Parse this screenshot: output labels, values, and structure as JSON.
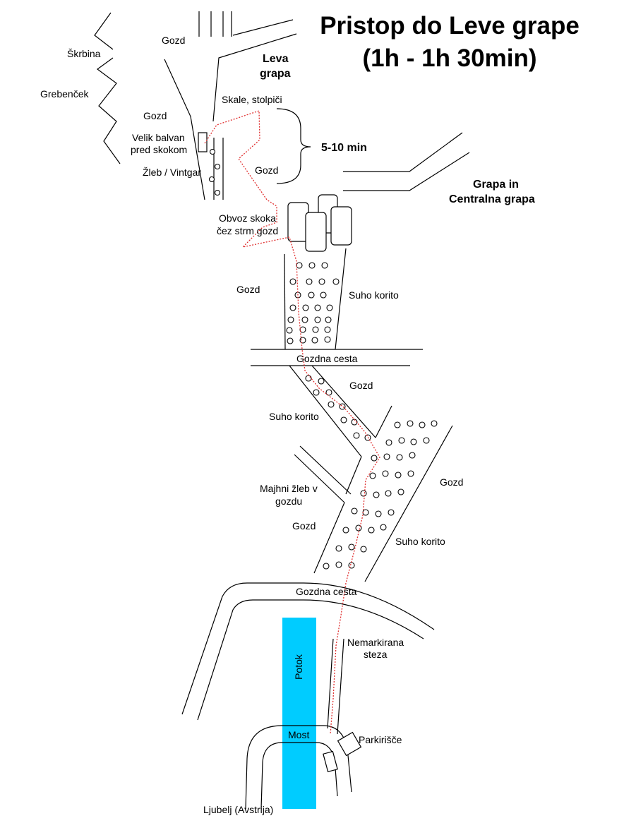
{
  "title": {
    "line1": "Pristop do Leve grape",
    "line2": "(1h - 1h 30min)"
  },
  "labels": {
    "skrbina": "Škrbina",
    "grebencek": "Grebenček",
    "gozd_top": "Gozd",
    "gozd_left": "Gozd",
    "leva_grapa_1": "Leva",
    "leva_grapa_2": "grapa",
    "skale": "Skale, stolpiči",
    "balvan_1": "Velik balvan",
    "balvan_2": "pred skokom",
    "zleb": "Žleb / Vintgar",
    "time_bracket": "5-10 min",
    "gozd_mid": "Gozd",
    "grapa_central_1": "Grapa in",
    "grapa_central_2": "Centralna grapa",
    "obvoz_1": "Obvoz skoka",
    "obvoz_2": "čez strm gozd",
    "gozd_riverbed": "Gozd",
    "suho_korito_1": "Suho korito",
    "gozdna_cesta_1": "Gozdna cesta",
    "gozd_after_road": "Gozd",
    "suho_korito_2": "Suho korito",
    "gozd_right": "Gozd",
    "majhni_zleb_1": "Majhni žleb v",
    "majhni_zleb_2": "gozdu",
    "gozd_lower": "Gozd",
    "suho_korito_3": "Suho korito",
    "gozdna_cesta_2": "Gozdna cesta",
    "nemarkirana_1": "Nemarkirana",
    "nemarkirana_2": "steza",
    "potok": "Potok",
    "most": "Most",
    "parkirisce": "Parkirišče",
    "ljubelj": "Ljubelj (Avstrija)"
  },
  "colors": {
    "route": "#e03030",
    "stream": "#00ccff",
    "ink": "#000000"
  }
}
